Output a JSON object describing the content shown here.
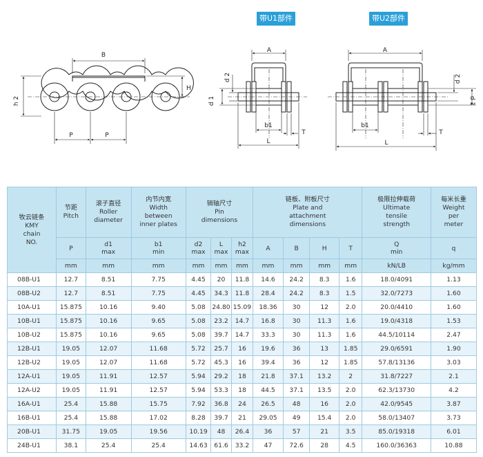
{
  "badges": {
    "u1": "带U1部件",
    "u2": "带U2部件"
  },
  "dim_labels": {
    "B": "B",
    "H": "H",
    "h2": "h 2",
    "P": "P",
    "A": "A",
    "d2": "d 2",
    "d1": "d 1",
    "b1": "b1",
    "L": "L",
    "T": "T"
  },
  "headers": {
    "model": {
      "cn": "牧云链条",
      "en1": "KMY",
      "en2": "chain",
      "en3": "NO."
    },
    "pitch": {
      "cn": "节距",
      "en": "Pitch",
      "sym": "P",
      "unit": "mm"
    },
    "roller": {
      "cn": "滚子直径",
      "en1": "Roller",
      "en2": "diameter",
      "sym": "d1",
      "sub": "max",
      "unit": "mm"
    },
    "width": {
      "cn": "内节内宽",
      "en1": "Width",
      "en2": "between",
      "en3": "inner  plates",
      "sym": "b1",
      "sub": "min",
      "unit": "mm"
    },
    "pin": {
      "cn": "销轴尺寸",
      "en1": "Pin",
      "en2": "dimensions",
      "cols": [
        {
          "sym": "d2",
          "sub": "max",
          "unit": "mm"
        },
        {
          "sym": "L",
          "sub": "max",
          "unit": "mm"
        },
        {
          "sym": "h2",
          "sub": "max",
          "unit": "mm"
        }
      ]
    },
    "plate": {
      "cn": "链板、附板尺寸",
      "en1": "Plate and",
      "en2": "attachment",
      "en3": "dimensions",
      "cols": [
        {
          "sym": "A",
          "unit": "mm"
        },
        {
          "sym": "B",
          "unit": "mm"
        },
        {
          "sym": "H",
          "unit": "mm"
        },
        {
          "sym": "T",
          "unit": "mm"
        }
      ]
    },
    "strength": {
      "cn": "极限拉伸载荷",
      "en1": "Ultimate",
      "en2": "tensile",
      "en3": "strength",
      "sym": "Q",
      "sub": "min",
      "unit": "kN/LB"
    },
    "weight": {
      "cn": "每米长重",
      "en1": "Weight",
      "en2": "per",
      "en3": "meter",
      "sym": "q",
      "unit": "kg/mm"
    }
  },
  "rows": [
    [
      "08B-U1",
      "12.7",
      "8.51",
      "7.75",
      "4.45",
      "20",
      "11.8",
      "14.6",
      "24.2",
      "8.3",
      "1.6",
      "18.0/4091",
      "1.13"
    ],
    [
      "08B-U2",
      "12.7",
      "8.51",
      "7.75",
      "4.45",
      "34.3",
      "11.8",
      "28.4",
      "24.2",
      "8.3",
      "1.5",
      "32.0/7273",
      "1.60"
    ],
    [
      "10A-U1",
      "15.875",
      "10.16",
      "9.40",
      "5.08",
      "24.80",
      "15.09",
      "18.36",
      "30",
      "12",
      "2.0",
      "20.0/4410",
      "1.60"
    ],
    [
      "10B-U1",
      "15.875",
      "10.16",
      "9.65",
      "5.08",
      "23.2",
      "14.7",
      "16.8",
      "30",
      "11.3",
      "1.6",
      "19.0/4318",
      "1.53"
    ],
    [
      "10B-U2",
      "15.875",
      "10.16",
      "9.65",
      "5.08",
      "39.7",
      "14.7",
      "33.3",
      "30",
      "11.3",
      "1.6",
      "44.5/10114",
      "2.47"
    ],
    [
      "12B-U1",
      "19.05",
      "12.07",
      "11.68",
      "5.72",
      "25.7",
      "16",
      "19.6",
      "36",
      "13",
      "1.85",
      "29.0/6591",
      "1.90"
    ],
    [
      "12B-U2",
      "19.05",
      "12.07",
      "11.68",
      "5.72",
      "45.3",
      "16",
      "39.4",
      "36",
      "12",
      "1.85",
      "57.8/13136",
      "3.03"
    ],
    [
      "12A-U1",
      "19.05",
      "11.91",
      "12.57",
      "5.94",
      "29.2",
      "18",
      "21.8",
      "37.1",
      "13.2",
      "2",
      "31.8/7227",
      "2.1"
    ],
    [
      "12A-U2",
      "19.05",
      "11.91",
      "12.57",
      "5.94",
      "53.3",
      "18",
      "44.5",
      "37.1",
      "13.5",
      "2.0",
      "62.3/13730",
      "4.2"
    ],
    [
      "16A-U1",
      "25.4",
      "15.88",
      "15.75",
      "7.92",
      "36.8",
      "24",
      "26.5",
      "48",
      "16",
      "2.0",
      "42.0/9545",
      "3.87"
    ],
    [
      "16B-U1",
      "25.4",
      "15.88",
      "17.02",
      "8.28",
      "39.7",
      "21",
      "29.05",
      "49",
      "15.4",
      "2.0",
      "58.0/13407",
      "3.73"
    ],
    [
      "20B-U1",
      "31.75",
      "19.05",
      "19.56",
      "10.19",
      "48",
      "26.4",
      "36",
      "57",
      "21",
      "3.5",
      "85.0/19318",
      "6.01"
    ],
    [
      "24B-U1",
      "38.1",
      "25.4",
      "25.4",
      "14.63",
      "61.6",
      "33.2",
      "47",
      "72.6",
      "28",
      "4.5",
      "160.0/36363",
      "10.88"
    ]
  ]
}
